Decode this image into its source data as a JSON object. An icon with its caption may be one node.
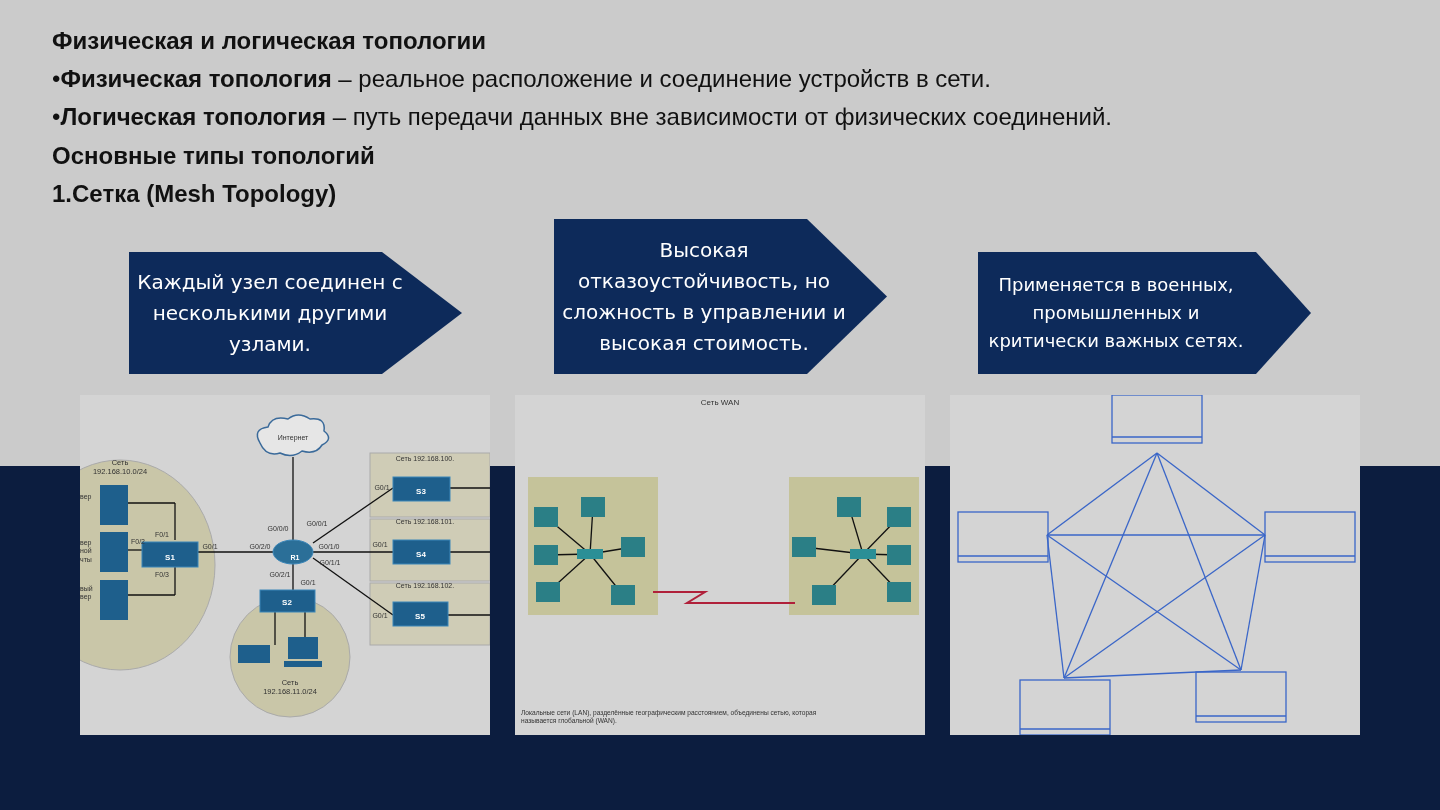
{
  "diagram": {
    "title": "Физическая и логическая топологии",
    "nodes": [
      {
        "text": [
          "Каждый узел соединен с несколькими другими узлами."
        ]
      },
      {
        "text": [
          "Высокая отказоустойчивость, но сложность в управлении и высокая стоимость."
        ]
      },
      {
        "text": [
          "Применяется в военных, промышленных и критически важных сетях."
        ]
      }
    ],
    "edges": [],
    "labels": [
      "•**Физическая топология** – реальное расположение и соединение устройств в сети.",
      "•**Логическая топология** – путь передачи данных вне зависимости от физических соединений.",
      "Основные типы топологий",
      "1.Сетка (Mesh Topology)",
      "Интернет",
      "Сеть 192.168.10.0/24",
      "Сеть 192.168.100.",
      "вер",
      "G0/0/0",
      "G0/0/1",
      "G0/1",
      "S3",
      "F0/1",
      "Сеть 192.168.101.",
      "вер ной чты",
      "F0/2",
      "S1",
      "G0/1",
      "G0/2/0",
      "R1",
      "G0/1/0",
      "G0/1/1",
      "G0/1",
      "S4",
      "F0/3",
      "G0/2/1",
      "G0/1",
      "Сеть 192.168.102.",
      "вый вер",
      "S2",
      "G0/1",
      "S5",
      "Сеть 192.168.11.0/24",
      "Сеть WAN",
      "Локальные сети (LAN), разделённые географическим расстоянием, объединены сетью, которая называется глобальной (WAN)."
    ]
  }
}
